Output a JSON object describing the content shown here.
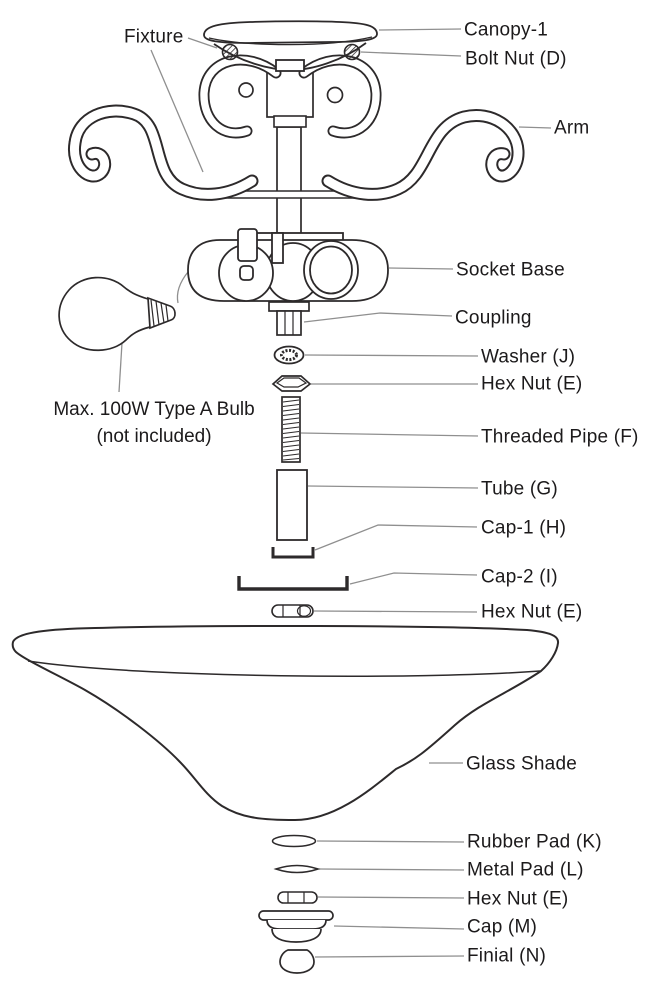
{
  "diagram": {
    "kind": "exploded-parts-diagram",
    "labels": {
      "fixture": "Fixture",
      "canopy": "Canopy-1",
      "bolt_nut": "Bolt Nut (D)",
      "arm": "Arm",
      "socket_base": "Socket Base",
      "coupling": "Coupling",
      "washer": "Washer (J)",
      "hex_nut_upper": "Hex Nut (E)",
      "threaded_pipe": "Threaded Pipe (F)",
      "tube": "Tube (G)",
      "cap_1": "Cap-1 (H)",
      "cap_2": "Cap-2 (I)",
      "hex_nut_mid": "Hex Nut (E)",
      "glass_shade": "Glass Shade",
      "rubber_pad": "Rubber Pad (K)",
      "metal_pad": "Metal Pad (L)",
      "hex_nut_lower": "Hex Nut (E)",
      "cap_m": "Cap (M)",
      "finial": "Finial (N)"
    },
    "bulb_note": {
      "line1": "Max. 100W Type A Bulb",
      "line2": "(not included)"
    },
    "colors": {
      "background": "#ffffff",
      "line_art": "#2d2a2b",
      "leader_line": "#8f8f8f",
      "label_text": "#1c1a1b"
    }
  }
}
